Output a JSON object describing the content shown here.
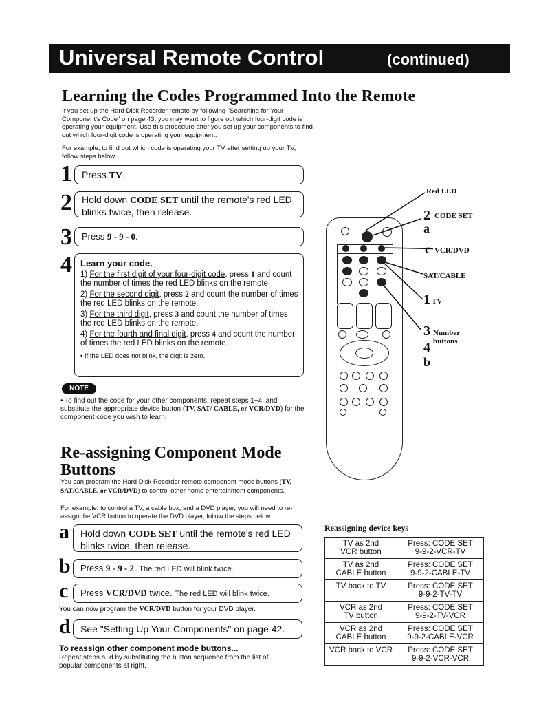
{
  "header": {
    "title": "Universal Remote Control",
    "subtitle": "(continued)"
  },
  "learning": {
    "heading": "Learning the Codes Programmed Into the Remote",
    "intro": "If you set up the Hard Disk Recorder remote by following \"Searching for Your Component's Code\" on page 43, you may want to figure out which four-digit code is operating your equipment. Use this procedure after you set up your components to find out which four-digit code is operating your equipment.",
    "example": "For example, to find out which code is operating your TV after setting up your TV, follow steps below.",
    "steps": [
      {
        "num": "1",
        "pre": "Press ",
        "bold": "TV",
        "post": "."
      },
      {
        "num": "2",
        "pre": "Hold down ",
        "bold": "CODE SET",
        "post": " until the remote's red LED blinks twice, then release."
      },
      {
        "num": "3",
        "pre": "Press ",
        "bold": "9 - 9 - 0",
        "post": "."
      }
    ],
    "step4": {
      "num": "4",
      "title": "Learn your code.",
      "items": [
        {
          "n": "1)",
          "u": "For the first digit of your four-digit code",
          "a": ", press ",
          "b": "1",
          "c": " and count the number of times the red LED blinks on the remote."
        },
        {
          "n": "2)",
          "u": "For the second digit",
          "a": ", press ",
          "b": "2",
          "c": " and count the number of times the red LED blinks on the remote."
        },
        {
          "n": "3)",
          "u": "For the third digit",
          "a": ", press ",
          "b": "3",
          "c": " and count the number of times the red LED blinks on the remote."
        },
        {
          "n": "4)",
          "u": "For the fourth and final digit",
          "a": ", press ",
          "b": "4",
          "c": " and count the number of times the red LED blinks on the remote."
        }
      ],
      "note": "• If the LED does not blink, the digit is zero."
    },
    "note_badge": "NOTE",
    "note_text_a": "• To find out the code for your other components, repeat steps 1~4, and substitute the appropriate device button (",
    "note_bold": "TV, SAT/ CABLE, or VCR/DVD",
    "note_text_b": ") for the component code you wish to learn."
  },
  "reassign": {
    "heading_line1": "Re-assigning Component Mode",
    "heading_line2": "Buttons",
    "intro_a": "You can program the Hard Disk Recorder remote component mode buttons (",
    "intro_bold": "TV, SAT/CABLE, or VCR/DVD",
    "intro_b": ") to control other home entertainment components.",
    "example": "For example, to control a TV, a cable box, and a DVD player, you will need to re-assign the VCR button to operate the DVD player, follow the steps below.",
    "steps": [
      {
        "letter": "a",
        "pre": "Hold down ",
        "bold": "CODE SET",
        "post": " until the remote's red LED blinks twice, then release.",
        "small": ""
      },
      {
        "letter": "b",
        "pre": "Press ",
        "bold": "9 - 9 - 2",
        "post": ". ",
        "small": "The red LED will blink twice."
      },
      {
        "letter": "c",
        "pre": "Press ",
        "bold": "VCR/DVD",
        "post": " twice. ",
        "small": "The red LED will blink twice."
      },
      {
        "letter": "d",
        "pre": "See \"Setting Up Your Components\" on page 42.",
        "bold": "",
        "post": "",
        "small": ""
      }
    ],
    "program_a": "You can now program the ",
    "program_bold": "VCR/DVD",
    "program_b": " button for your DVD player.",
    "other_heading": "To reassign other component mode buttons...",
    "other_text": "Repeat steps a~d by substituting the button sequence from the list of popular components at right."
  },
  "remote": {
    "callouts": {
      "red_led": "Red LED",
      "code_set_num": "2",
      "code_set": "CODE SET",
      "a": "a",
      "c": "c",
      "vcr_dvd": "VCR/DVD",
      "sat_cable": "SAT/CABLE",
      "tv_num": "1",
      "tv": "TV",
      "num3": "3",
      "num4": "4",
      "number_buttons": "Number buttons",
      "b": "b"
    }
  },
  "keys_table": {
    "title": "Reassigning device keys",
    "rows": [
      {
        "device": "TV as 2nd\nVCR button",
        "press": "Press: CODE SET\n9-9-2-VCR-TV"
      },
      {
        "device": "TV as 2nd\nCABLE button",
        "press": "Press: CODE SET\n9-9-2-CABLE-TV"
      },
      {
        "device": "TV back to TV",
        "press": "Press: CODE SET\n9-9-2-TV-TV"
      },
      {
        "device": "VCR as 2nd\nTV button",
        "press": "Press: CODE SET\n9-9-2-TV-VCR"
      },
      {
        "device": "VCR as 2nd\nCABLE button",
        "press": "Press: CODE SET\n9-9-2-CABLE-VCR"
      },
      {
        "device": "VCR back to VCR",
        "press": "Press: CODE SET\n9-9-2-VCR-VCR"
      }
    ]
  }
}
